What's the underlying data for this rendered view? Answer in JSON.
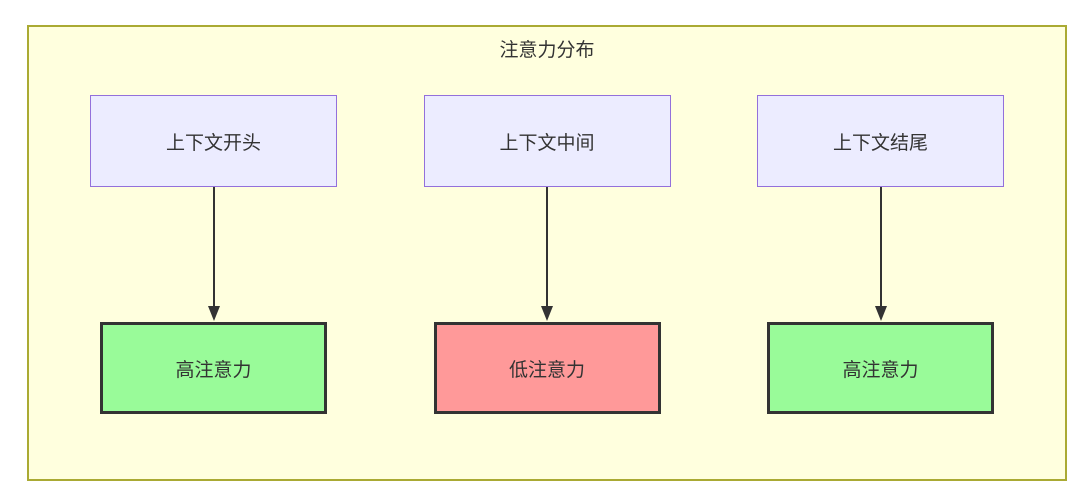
{
  "diagram": {
    "title": "注意力分布",
    "colors": {
      "panel_bg": "#FFFFDE",
      "panel_border": "#AAAA33",
      "node_top_bg": "#ECECFF",
      "node_top_border": "#9370DB",
      "high_bg": "#99FB99",
      "low_bg": "#FF9999",
      "node_bottom_border": "#333333",
      "arrow": "#333333",
      "text": "#333333"
    },
    "columns": [
      {
        "source": "上下文开头",
        "target": "高注意力",
        "target_type": "high"
      },
      {
        "source": "上下文中间",
        "target": "低注意力",
        "target_type": "low"
      },
      {
        "source": "上下文结尾",
        "target": "高注意力",
        "target_type": "high"
      }
    ]
  }
}
